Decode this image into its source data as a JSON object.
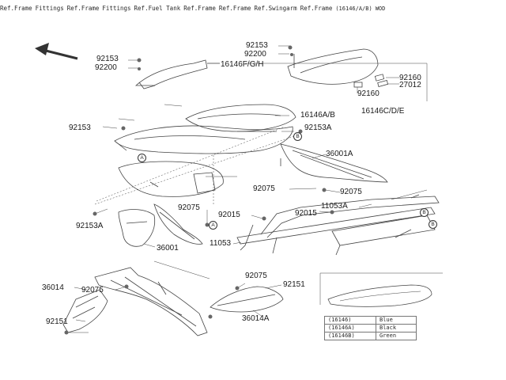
{
  "parts": {
    "p92153_a": "92153",
    "p92200_a": "92200",
    "p16146fgh": "16146F/G/H",
    "p92153_b": "92153",
    "p92200_b": "92200",
    "p92160_a": "92160",
    "p27012": "27012",
    "p92160_b": "92160",
    "p16146ab": "16146A/B",
    "p16146cde": "16146C/D/E",
    "p92153_c": "92153",
    "p92153a_a": "92153A",
    "p36001a": "36001A",
    "p92075_a": "92075",
    "p92075_b": "92075",
    "p92075_c": "92075",
    "p92015_a": "92015",
    "p11053a": "11053A",
    "p92015_b": "92015",
    "p92153a_b": "92153A",
    "p11053": "11053",
    "p36001": "36001",
    "p36014": "36014",
    "p92075_d": "92075",
    "p92075_e": "92075",
    "p92151_a": "92151",
    "p36014a": "36014A",
    "p92151_b": "92151"
  },
  "refs": {
    "frame_fittings_1": "Ref.Frame",
    "frame_fittings_1b": "Fittings",
    "frame_fittings_2": "Ref.Frame",
    "frame_fittings_2b": "Fittings",
    "fuel_tank": "Ref.Fuel Tank",
    "frame_right": "Ref.Frame",
    "frame_mid": "Ref.Frame",
    "swingarm": "Ref.Swingarm",
    "frame_low": "Ref.Frame"
  },
  "callouts": {
    "a1": "A",
    "b1": "B",
    "a2": "A",
    "b2": "B",
    "b3": "B"
  },
  "inset": {
    "title": "(16146/A/B)",
    "table_header": "WOD",
    "rows": [
      {
        "part": "(16146)",
        "color": "Blue"
      },
      {
        "part": "(16146A)",
        "color": "Black"
      },
      {
        "part": "(16146B)",
        "color": "Green"
      }
    ]
  },
  "colors": {
    "line": "#444444",
    "text": "#1a1a1a",
    "background": "#ffffff"
  }
}
